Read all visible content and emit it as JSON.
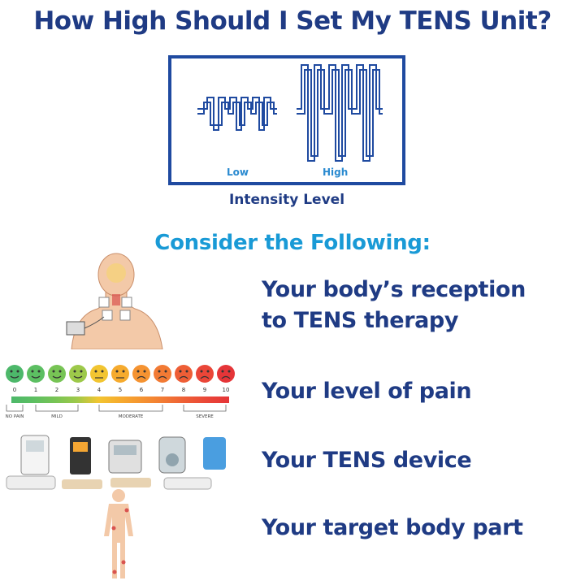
{
  "title": "How High Should I Set My TENS Unit?",
  "waveform": {
    "low_label": "Low",
    "high_label": "High",
    "caption": "Intensity Level"
  },
  "consider_heading": "Consider the Following:",
  "items": [
    {
      "line1": "Your body’s reception",
      "line2": "to TENS therapy",
      "icon": "neck-electrode-illustration"
    },
    {
      "line1": "Your level of pain",
      "icon": "pain-scale-icon"
    },
    {
      "line1": "Your TENS device",
      "icon": "tens-devices-icon"
    },
    {
      "line1": "Your target body part",
      "icon": "body-figure-icon"
    }
  ],
  "pain_scale": {
    "numbers": [
      "0",
      "1",
      "2",
      "3",
      "4",
      "5",
      "6",
      "7",
      "8",
      "9",
      "10"
    ],
    "categories": [
      "NO PAIN",
      "MILD",
      "MODERATE",
      "SEVERE"
    ],
    "face_colors": [
      "#4db86a",
      "#5cbf62",
      "#77c455",
      "#9dc94a",
      "#f2c531",
      "#f6ab2e",
      "#f59331",
      "#f27a34",
      "#ee5e36",
      "#ea4638",
      "#e53538"
    ]
  },
  "colors": {
    "title": "#1f3b84",
    "accent": "#199ad6",
    "box_border": "#1f4aa0"
  }
}
